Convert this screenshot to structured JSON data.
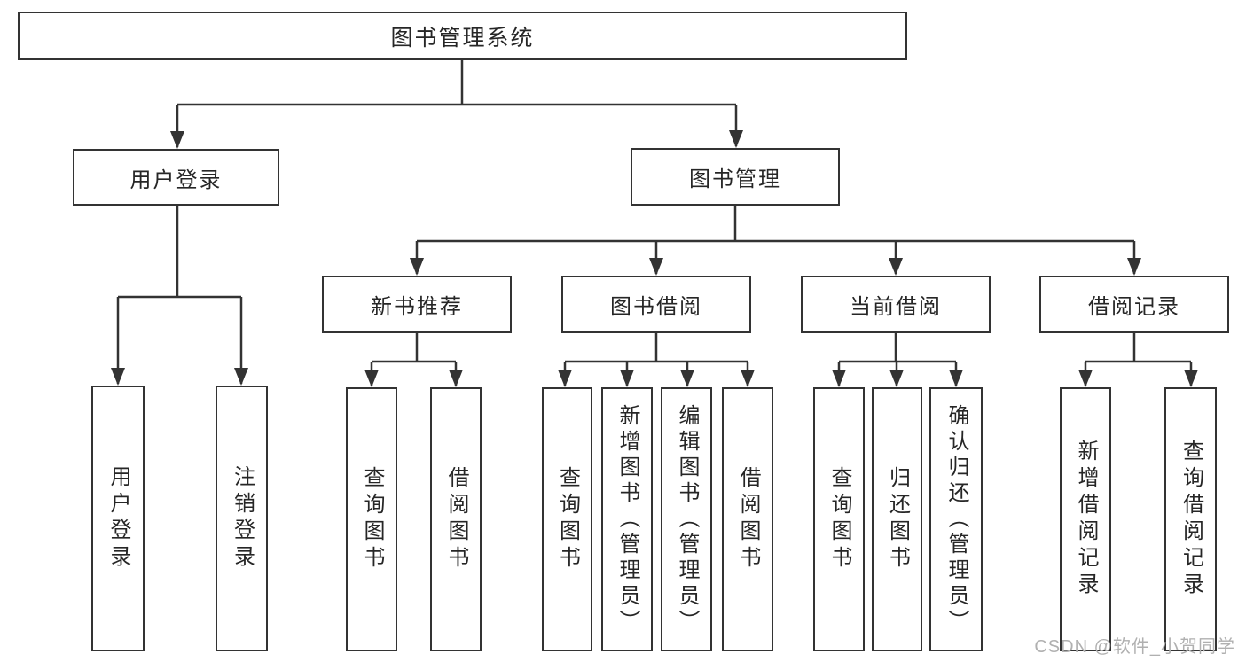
{
  "nodes": {
    "root": "图书管理系统",
    "level2": [
      "用户登录",
      "图书管理"
    ],
    "level3": [
      "新书推荐",
      "图书借阅",
      "当前借阅",
      "借阅记录"
    ],
    "leaves_user": [
      "用户登录",
      "注销登录"
    ],
    "leaves_recommend": [
      "查询图书",
      "借阅图书"
    ],
    "leaves_borrow": [
      "查询图书",
      "新增图书（管理员）",
      "编辑图书（管理员）",
      "借阅图书"
    ],
    "leaves_current": [
      "查询图书",
      "归还图书",
      "确认归还（管理员）"
    ],
    "leaves_records": [
      "新增借阅记录",
      "查询借阅记录"
    ]
  },
  "watermark": "CSDN @软件_小贺同学",
  "colors": {
    "line": "#333333",
    "box-border": "#333333",
    "box-fill": "#ffffff",
    "text": "#262626",
    "watermark": "#b0b0b0",
    "background": "#ffffff"
  }
}
